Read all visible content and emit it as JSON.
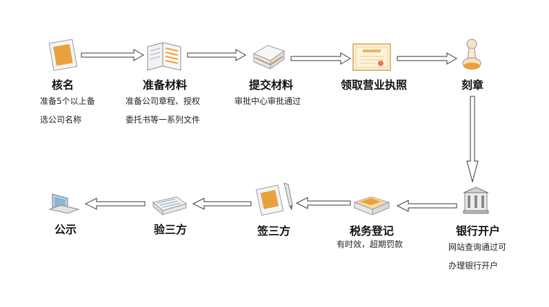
{
  "steps": [
    {
      "id": "hemin",
      "title": "核名",
      "desc": [
        "准备5个以上备",
        "选公司名称"
      ],
      "icon": "document-icon"
    },
    {
      "id": "prepare",
      "title": "准备材料",
      "desc": [
        "准备公司章程、授权",
        "委托书等一系列文件"
      ],
      "icon": "open-binder-icon"
    },
    {
      "id": "submit",
      "title": "提交材料",
      "desc": [
        "审批中心审批通过"
      ],
      "icon": "paper-stack-icon"
    },
    {
      "id": "license",
      "title": "领取营业执照",
      "desc": [],
      "icon": "certificate-icon"
    },
    {
      "id": "seal",
      "title": "刻章",
      "desc": [],
      "icon": "stamp-icon"
    },
    {
      "id": "bank",
      "title": "银行开户",
      "desc": [
        "网站查询通过可",
        "办理银行开户"
      ],
      "icon": "bank-building-icon"
    },
    {
      "id": "tax",
      "title": "税务登记",
      "desc": [
        "有时效，超期罚款"
      ],
      "icon": "folder-stack-icon"
    },
    {
      "id": "sign",
      "title": "签三方",
      "desc": [],
      "icon": "signing-pen-icon"
    },
    {
      "id": "verify",
      "title": "验三方",
      "desc": [],
      "icon": "form-sheet-icon"
    },
    {
      "id": "publicize",
      "title": "公示",
      "desc": [],
      "icon": "laptop-icon"
    }
  ],
  "colors": {
    "arrow_stroke": "#333333",
    "arrow_fill": "#ffffff",
    "doc_orange": "#e8a13c",
    "paper": "#f4f4f4"
  }
}
